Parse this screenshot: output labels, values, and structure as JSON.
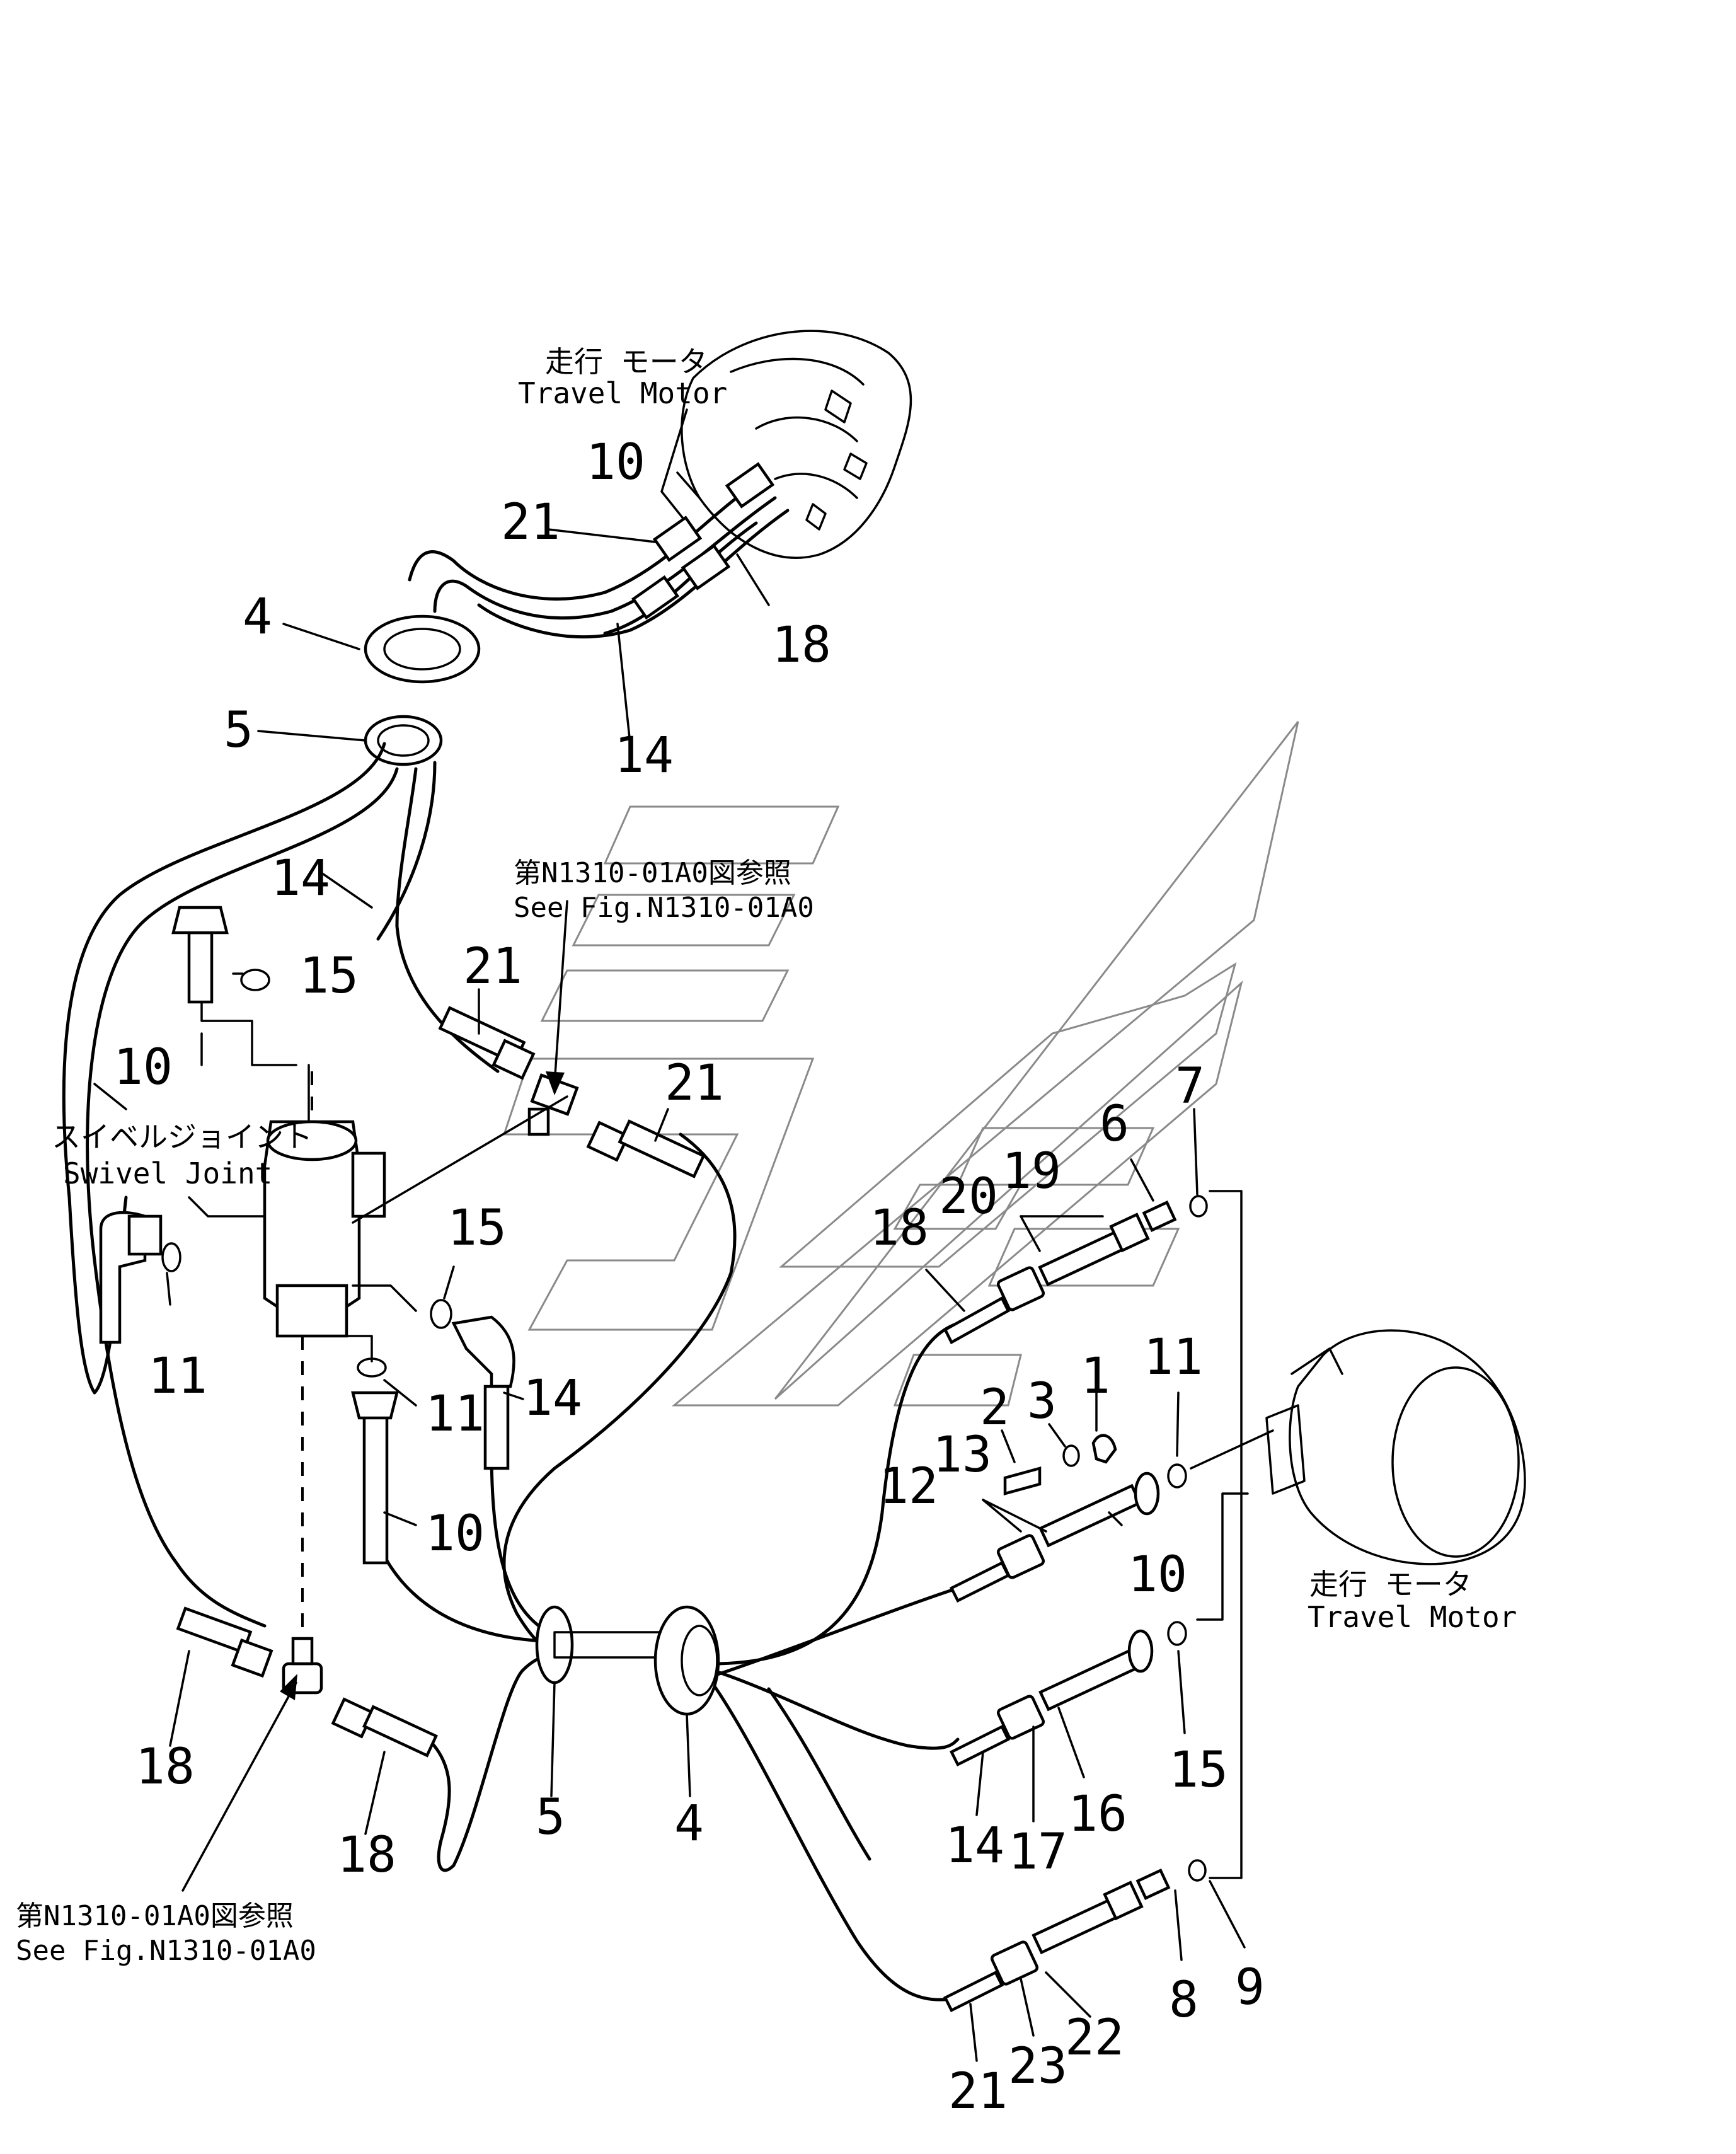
{
  "labels": {
    "travel_motor_top_jp": "走行 モータ",
    "travel_motor_top_en": "Travel Motor",
    "travel_motor_right_jp": "走行 モータ",
    "travel_motor_right_en": "Travel Motor",
    "swivel_joint_jp": "スイベルジョイント",
    "swivel_joint_en": "Swivel Joint",
    "ref_upper_jp": "第N1310-01A0図参照",
    "ref_upper_en": "See Fig.N1310-01A0",
    "ref_lower_jp": "第N1310-01A0図参照",
    "ref_lower_en": "See Fig.N1310-01A0"
  },
  "callouts": {
    "c10_top": "10",
    "c21_top": "21",
    "c18_top": "18",
    "c14_top": "14",
    "c4_top": "4",
    "c5_top": "5",
    "c14_mid": "14",
    "c15_left": "15",
    "c10_left": "10",
    "c21_mid": "21",
    "c21_tee": "21",
    "c11_left": "11",
    "c15_sj": "15",
    "c11_sj": "11",
    "c14_sj": "14",
    "c10_sj": "10",
    "c18_low": "18",
    "c18_low2": "18",
    "c5_low": "5",
    "c4_low": "4",
    "c7": "7",
    "c6": "6",
    "c19": "19",
    "c20": "20",
    "c18_r": "18",
    "c11_r": "11",
    "c1": "1",
    "c3": "3",
    "c2": "2",
    "c13": "13",
    "c12": "12",
    "c10_r": "10",
    "c15_r": "15",
    "c16": "16",
    "c17": "17",
    "c14_r": "14",
    "c9": "9",
    "c8": "8",
    "c22": "22",
    "c23": "23",
    "c21_r": "21"
  }
}
